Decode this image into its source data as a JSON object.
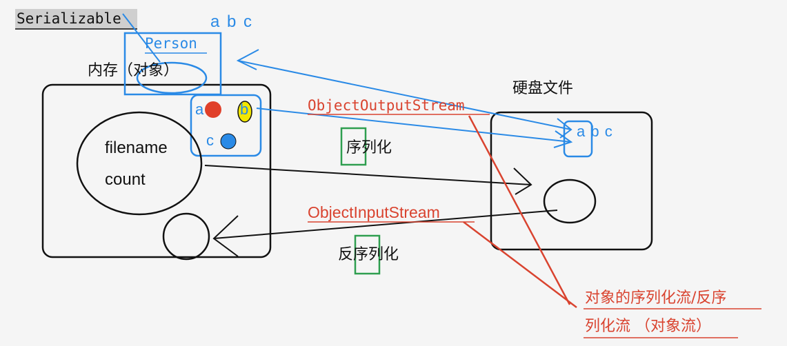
{
  "labels": {
    "serializable": "Serializable",
    "abc_top": "a b c",
    "person": "Person",
    "memory": "内存（对象）",
    "field_a": "a",
    "field_b": "b",
    "field_c": "c",
    "filename": "filename",
    "count": "count",
    "disk_file": "硬盘文件",
    "disk_abc": "a b c",
    "object_output_stream": "ObjectOutputStream",
    "serialize": "序列化",
    "object_input_stream": "ObjectInputStream",
    "deserialize": "反序列化",
    "note_line1": "对象的序列化流/反序",
    "note_line2": "列化流 （对象流）"
  },
  "colors": {
    "blue": "#2a8ae6",
    "red": "#d9432f",
    "green": "#2e9e4f",
    "black": "#111111",
    "yellow": "#f2e600",
    "dot_red": "#e0402a",
    "dot_blue": "#2a8ae6"
  }
}
